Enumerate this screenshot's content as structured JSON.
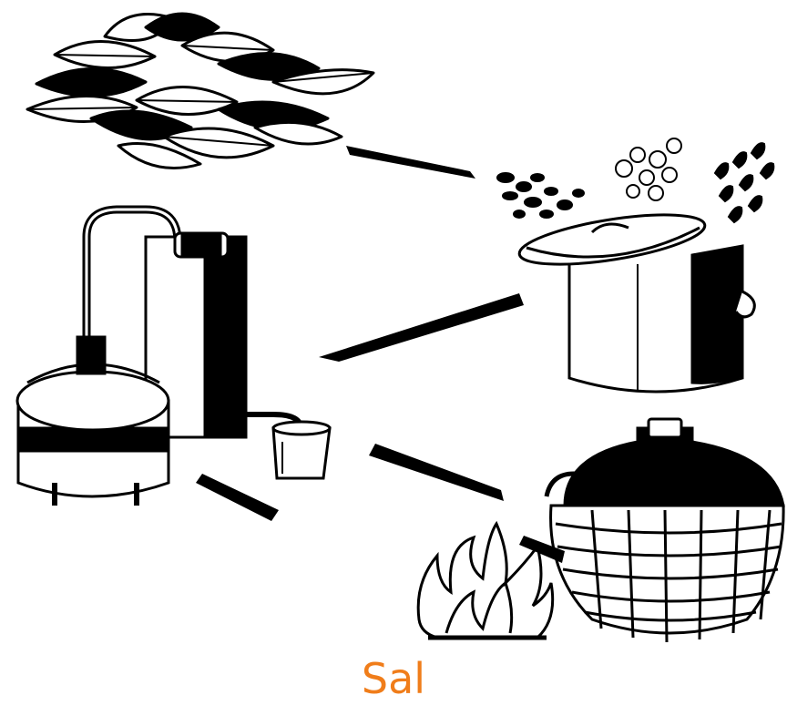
{
  "caption": {
    "text": "Sal",
    "color": "#f07d1a"
  },
  "colors": {
    "ink": "#000000",
    "paper": "#ffffff"
  },
  "figures": [
    {
      "name": "leaves",
      "icon": "leaves-icon"
    },
    {
      "name": "herbs-and-water",
      "icon": "herbs-icon"
    },
    {
      "name": "cooking-pot",
      "icon": "pot-icon"
    },
    {
      "name": "distillation-still",
      "icon": "still-icon"
    },
    {
      "name": "collecting-beaker",
      "icon": "beaker-icon"
    },
    {
      "name": "wicker-demijohn",
      "icon": "demijohn-icon"
    },
    {
      "name": "fire",
      "icon": "fire-icon"
    }
  ]
}
